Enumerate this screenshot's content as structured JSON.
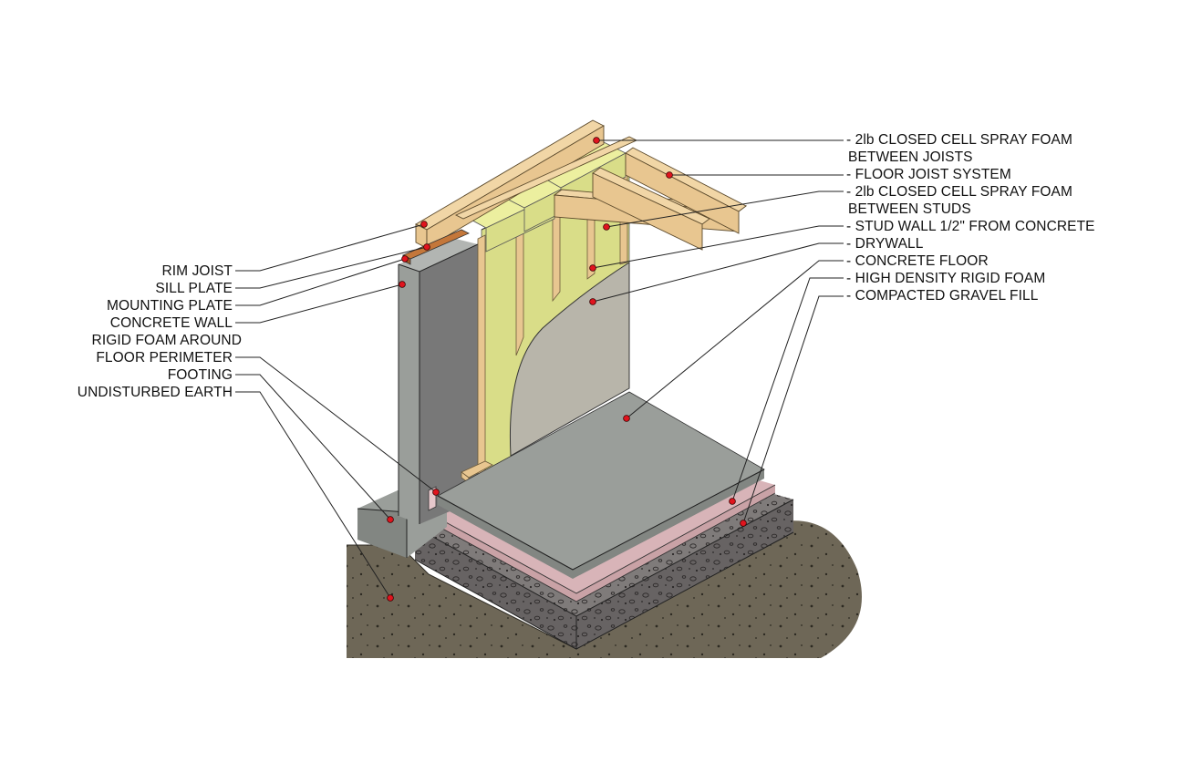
{
  "diagram": {
    "left_labels": [
      {
        "id": "rim-joist",
        "text": "RIM JOIST"
      },
      {
        "id": "sill-plate",
        "text": "SILL PLATE"
      },
      {
        "id": "mounting-plate",
        "text": "MOUNTING PLATE"
      },
      {
        "id": "concrete-wall",
        "text": "CONCRETE WALL"
      },
      {
        "id": "rigid-foam-perimeter-1",
        "text": "RIGID FOAM AROUND"
      },
      {
        "id": "rigid-foam-perimeter-2",
        "text": "FLOOR PERIMETER"
      },
      {
        "id": "footing",
        "text": "FOOTING"
      },
      {
        "id": "undisturbed-earth",
        "text": "UNDISTURBED EARTH"
      }
    ],
    "right_labels": [
      {
        "id": "spray-foam-joists-1",
        "text": "- 2lb CLOSED CELL SPRAY FOAM"
      },
      {
        "id": "spray-foam-joists-2",
        "text": "BETWEEN JOISTS"
      },
      {
        "id": "floor-joist-system",
        "text": "- FLOOR JOIST SYSTEM"
      },
      {
        "id": "spray-foam-studs-1",
        "text": "- 2lb CLOSED CELL SPRAY FOAM"
      },
      {
        "id": "spray-foam-studs-2",
        "text": "BETWEEN STUDS"
      },
      {
        "id": "stud-wall",
        "text": "- STUD WALL 1/2\" FROM CONCRETE"
      },
      {
        "id": "drywall",
        "text": "- DRYWALL"
      },
      {
        "id": "concrete-floor",
        "text": "- CONCRETE FLOOR"
      },
      {
        "id": "rigid-foam",
        "text": "- HIGH DENSITY RIGID FOAM"
      },
      {
        "id": "gravel-fill",
        "text": "- COMPACTED GRAVEL FILL"
      }
    ],
    "colors": {
      "earth": "#6e6757",
      "earth_dark": "#57513f",
      "gravel": "#7f7b7a",
      "gravel_dark": "#676363",
      "foam_pink": "#d8b4b8",
      "concrete": "#9a9e9a",
      "concrete_dark": "#828682",
      "wall_face": "#787878",
      "wall_dark": "#5f5f5f",
      "wood": "#e8c690",
      "wood_dark": "#c9a56b",
      "insulation": "#d9dd88",
      "insulation_light": "#ecef9f",
      "drywall": "#b8b5aa",
      "leader": "#222222",
      "marker": "#e0141e"
    }
  }
}
